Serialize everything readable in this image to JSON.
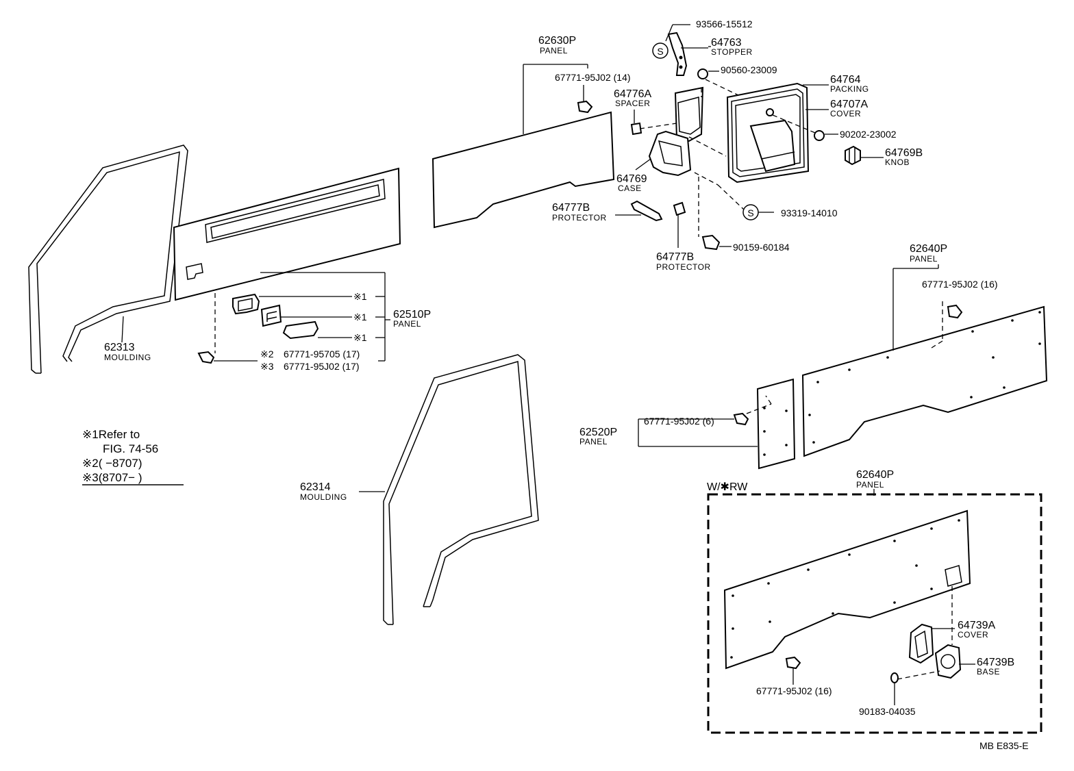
{
  "labels": {
    "p93566": "93566-15512",
    "p64763": "64763",
    "p64763_name": "STOPPER",
    "p90560": "90560-23009",
    "p62630": "62630P",
    "p62630_name": "PANEL",
    "p67771_14": "67771-95J02 (14)",
    "p64776": "64776A",
    "p64776_name": "SPACER",
    "p64764": "64764",
    "p64764_name": "PACKING",
    "p64707": "64707A",
    "p64707_name": "COVER",
    "p90202": "90202-23002",
    "p64769b": "64769B",
    "p64769b_name": "KNOB",
    "p64769": "64769",
    "p64769_name": "CASE",
    "p64777b_1": "64777B",
    "p64777b_1_name": "PROTECTOR",
    "p93319": "93319-14010",
    "p90159": "90159-60184",
    "p64777b_2": "64777B",
    "p64777b_2_name": "PROTECTOR",
    "p62640_1": "62640P",
    "p62640_1_name": "PANEL",
    "p67771_16a": "67771-95J02 (16)",
    "p62510": "62510P",
    "p62510_name": "PANEL",
    "ref1a": "※1",
    "ref1b": "※1",
    "ref1c": "※1",
    "ref2": "※2",
    "ref3": "※3",
    "p67771_17a": "67771-95705 (17)",
    "p67771_17b": "67771-95J02 (17)",
    "p62313": "62313",
    "p62313_name": "MOULDING",
    "p62520": "62520P",
    "p62520_name": "PANEL",
    "p67771_6": "67771-95J02 (6)",
    "p62314": "62314",
    "p62314_name": "MOULDING",
    "wrw": "W/✱RW",
    "p62640_2": "62640P",
    "p62640_2_name": "PANEL",
    "p64739a": "64739A",
    "p64739a_name": "COVER",
    "p64739b": "64739B",
    "p64739b_name": "BASE",
    "p67771_16b": "67771-95J02 (16)",
    "p90183": "90183-04035",
    "footer": "MB  E835-E",
    "s1": "S",
    "s2": "S"
  },
  "notes": {
    "line1": "※1Refer to",
    "line2": "FIG. 74-56",
    "line3": "※2(        −8707)",
    "line4": "※3(8707−         )"
  }
}
